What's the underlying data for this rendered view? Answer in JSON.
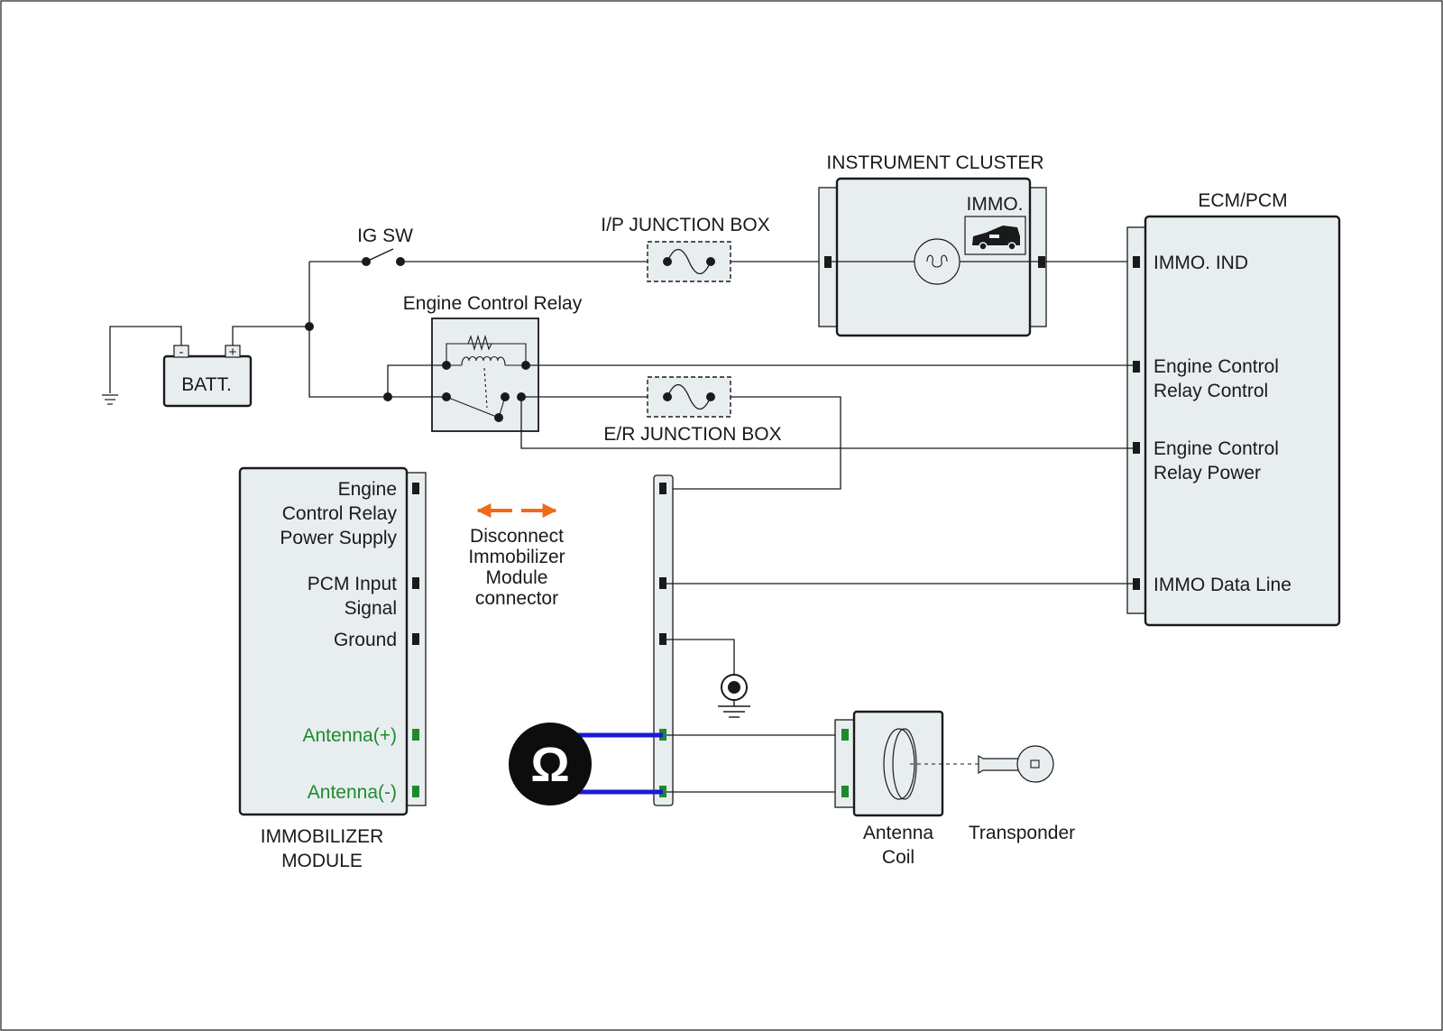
{
  "colors": {
    "box_fill": "#e8eef0",
    "wire": "#1a1a1a",
    "antenna_green": "#1e8a2c",
    "probe_blue": "#1a1ad6",
    "arrow_orange": "#f06a1a"
  },
  "labels": {
    "ig_sw": "IG SW",
    "batt": "BATT.",
    "batt_neg": "-",
    "batt_pos": "+",
    "engine_control_relay": "Engine Control Relay",
    "ip_junction_box": "I/P JUNCTION BOX",
    "er_junction_box": "E/R JUNCTION BOX",
    "instrument_cluster": "INSTRUMENT CLUSTER",
    "immo": "IMMO.",
    "ecm_pcm": "ECM/PCM",
    "immobilizer_module": [
      "IMMOBILIZER",
      "MODULE"
    ],
    "antenna_coil": [
      "Antenna",
      "Coil"
    ],
    "transponder": "Transponder",
    "ohm_symbol": "Ω",
    "disconnect_note": [
      "Disconnect",
      "Immobilizer",
      "Module",
      "connector"
    ]
  },
  "ecm_pins": {
    "immo_ind": [
      "IMMO. IND"
    ],
    "relay_control": [
      "Engine Control",
      "Relay Control"
    ],
    "relay_power": [
      "Engine Control",
      "Relay Power"
    ],
    "immo_data_line": [
      "IMMO Data Line"
    ]
  },
  "immobilizer_pins": {
    "relay_power_supply": [
      "Engine",
      "Control Relay",
      "Power Supply"
    ],
    "pcm_input_signal": [
      "PCM Input",
      "Signal"
    ],
    "ground": [
      "Ground"
    ],
    "antenna_pos": [
      "Antenna(+)"
    ],
    "antenna_neg": [
      "Antenna(-)"
    ]
  },
  "icons": {
    "ohmmeter": "ohmmeter-icon",
    "ground": "ground-icon",
    "key": "transponder-key-icon",
    "car": "immobilizer-car-icon",
    "bulb": "indicator-lamp-icon"
  }
}
